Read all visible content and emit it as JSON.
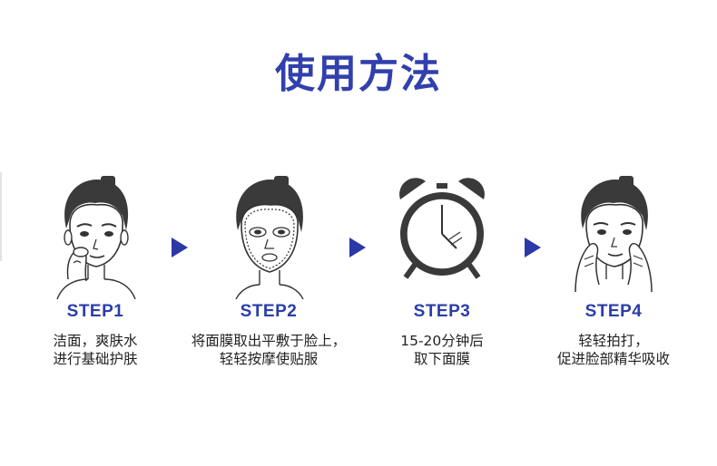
{
  "title": "使用方法",
  "colors": {
    "title": "#3140ad",
    "step_label": "#2a3ea8",
    "arrow": "#2c37a8",
    "text": "#222222"
  },
  "steps": [
    {
      "label": "STEP1",
      "lines": [
        "洁面，爽肤水",
        "进行基础护肤"
      ],
      "icon": "face-applying-toner-icon"
    },
    {
      "label": "STEP2",
      "lines": [
        "将面膜取出平敷于脸上，",
        "轻轻按摩使贴服"
      ],
      "icon": "face-with-mask-icon"
    },
    {
      "label": "STEP3",
      "lines": [
        "15-20分钟后",
        "取下面膜"
      ],
      "icon": "alarm-clock-icon"
    },
    {
      "label": "STEP4",
      "lines": [
        "轻轻拍打，",
        "促进脸部精华吸收"
      ],
      "icon": "face-patting-cheeks-icon"
    }
  ]
}
